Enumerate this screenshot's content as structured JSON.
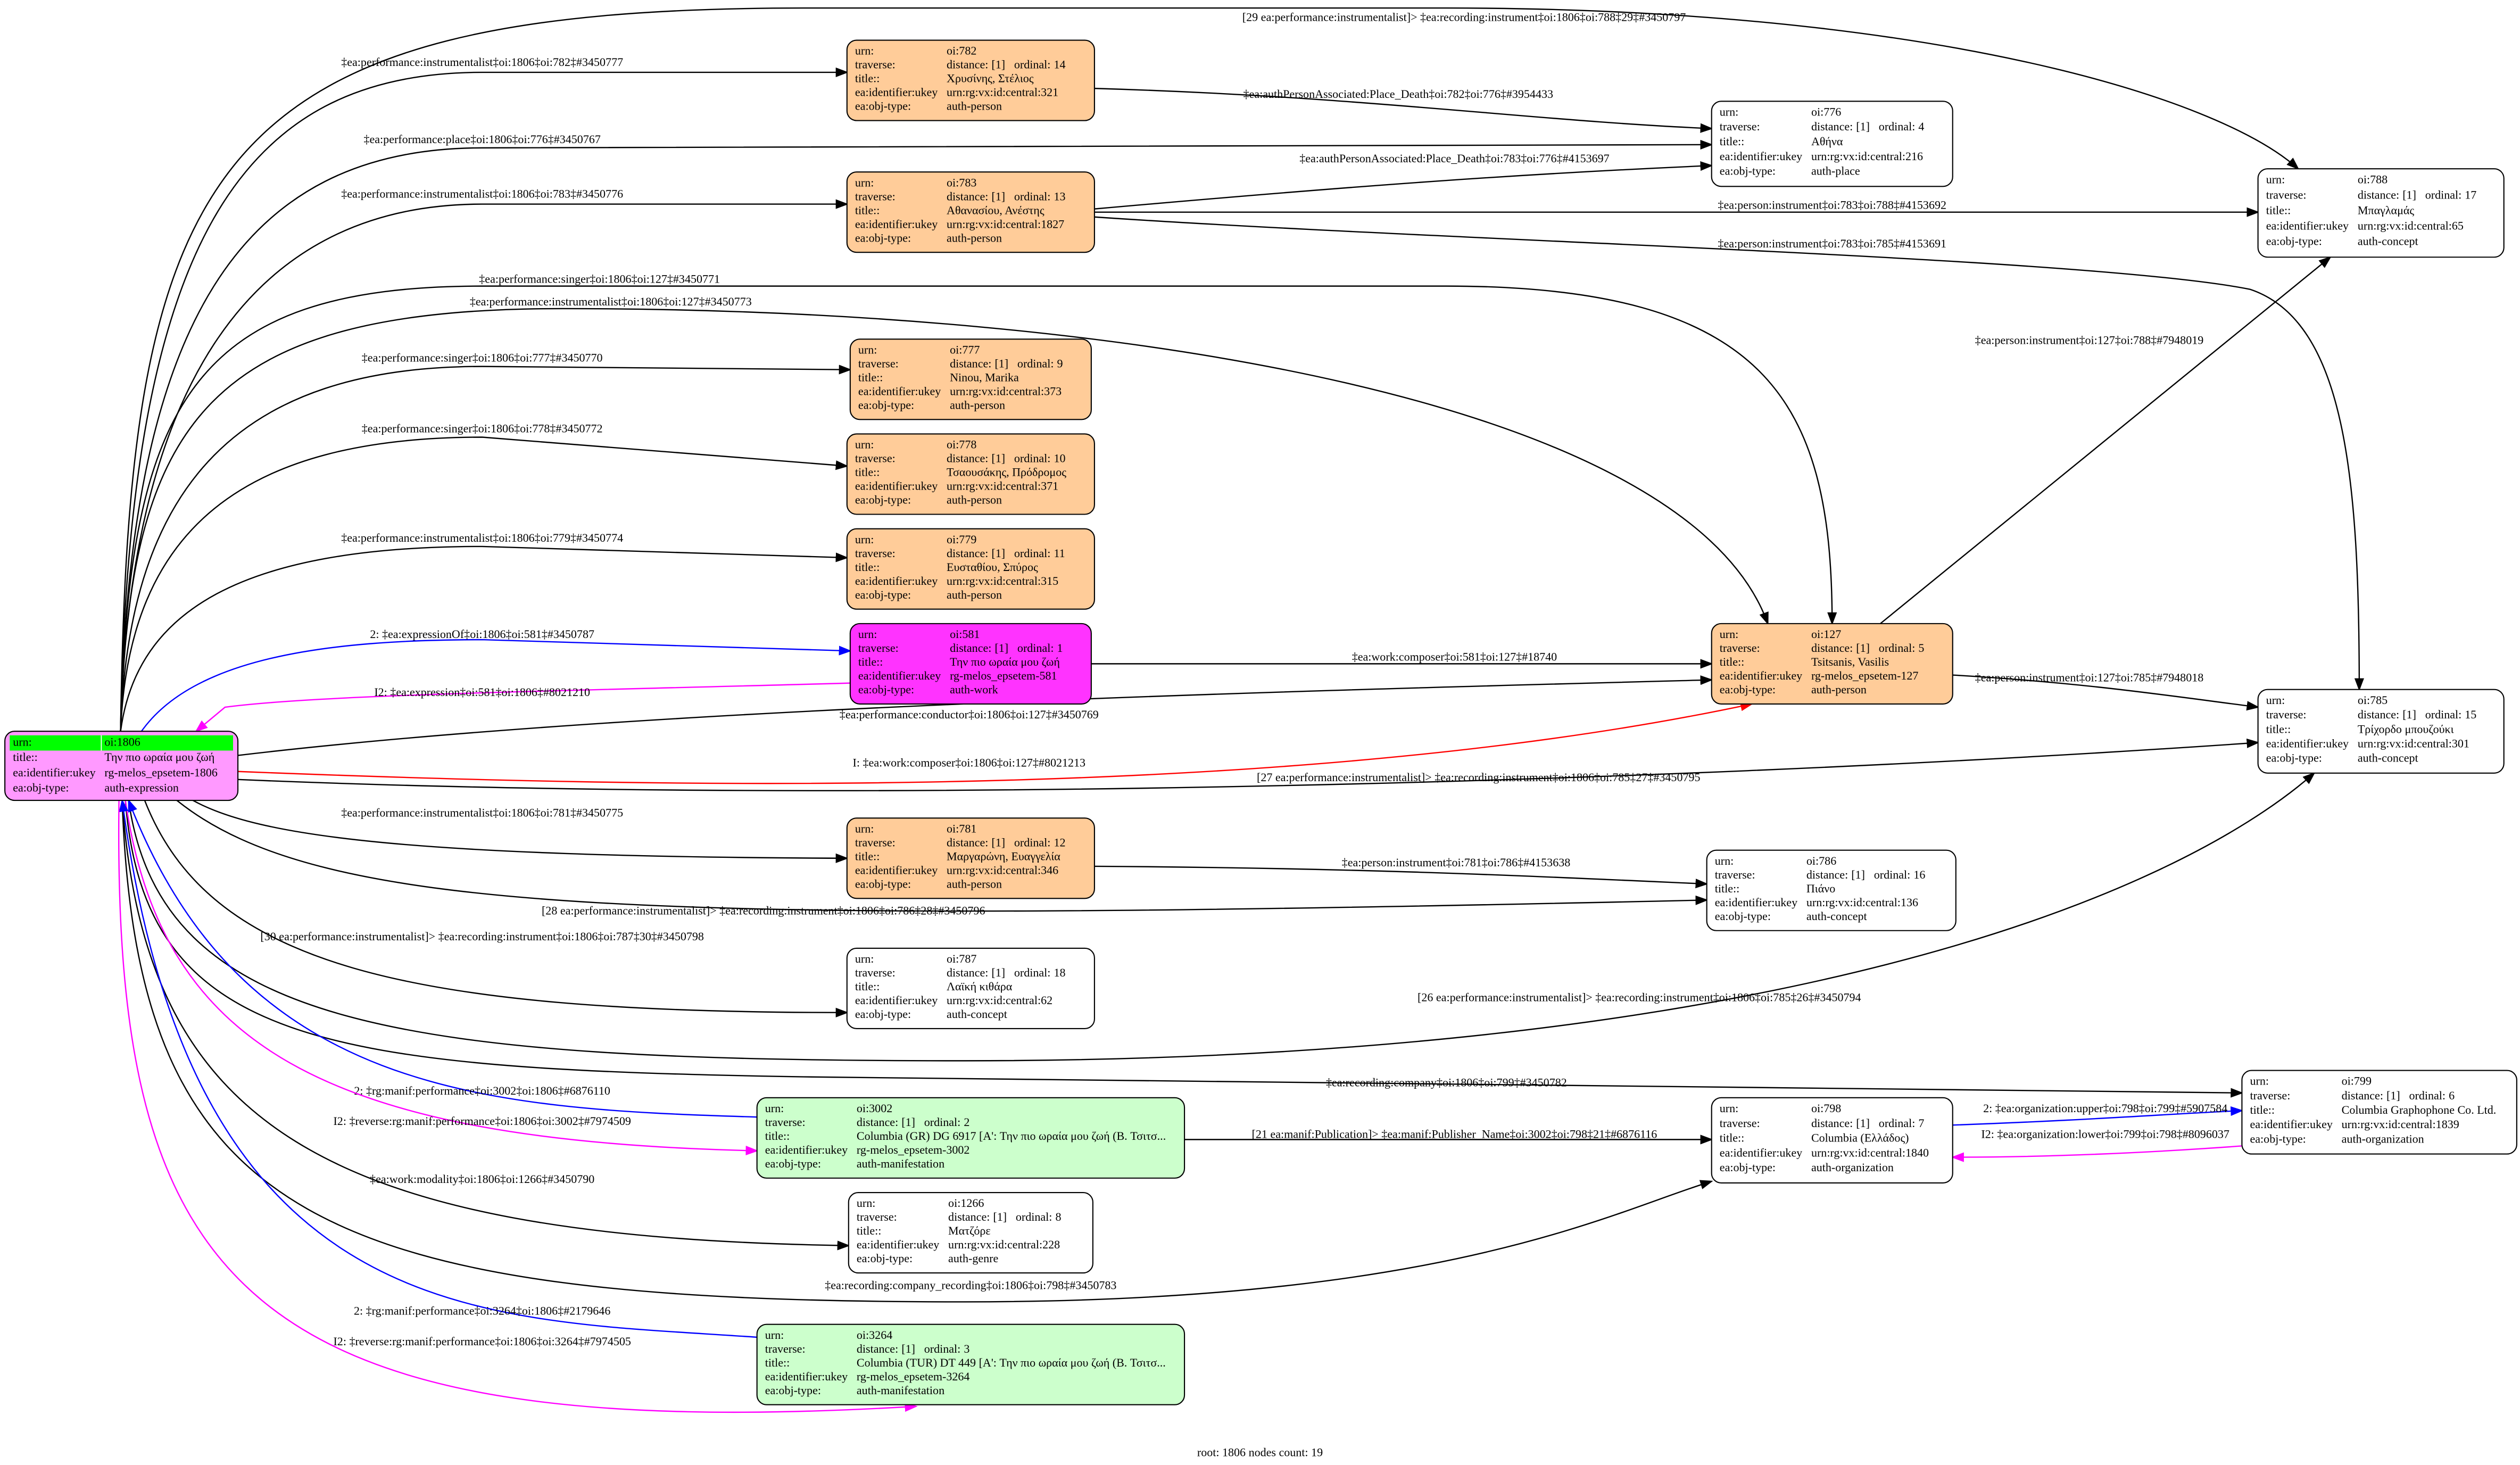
{
  "row_labels": {
    "urn": "urn:",
    "traverse": "traverse:",
    "title": "title::",
    "ukey": "ea:identifier:ukey",
    "objtype": "ea:obj-type:"
  },
  "traverse_labels": {
    "distance": "distance:",
    "ordinal": "ordinal:"
  },
  "colors": {
    "person": "#FFCC99",
    "work": "#FF33FF",
    "expression": "#FF99FF",
    "root_urn": "#00FF00",
    "manifestation": "#CCFFCC",
    "other": "#FFFFFF"
  },
  "nodes": [
    {
      "urn": "oi:1806",
      "distance": "",
      "ordinal": "",
      "title": "Την πιο ωραία μου ζωή",
      "ukey": "rg-melos_epsetem-1806",
      "objtype": "auth-expression",
      "kind": "expression",
      "root": true
    },
    {
      "urn": "oi:782",
      "distance": "[1]",
      "ordinal": "14",
      "title": "Χρυσίνης, Στέλιος",
      "ukey": "urn:rg:vx:id:central:321",
      "objtype": "auth-person",
      "kind": "person"
    },
    {
      "urn": "oi:776",
      "distance": "[1]",
      "ordinal": "4",
      "title": "Αθήνα",
      "ukey": "urn:rg:vx:id:central:216",
      "objtype": "auth-place",
      "kind": "other"
    },
    {
      "urn": "oi:783",
      "distance": "[1]",
      "ordinal": "13",
      "title": "Αθανασίου, Ανέστης",
      "ukey": "urn:rg:vx:id:central:1827",
      "objtype": "auth-person",
      "kind": "person"
    },
    {
      "urn": "oi:788",
      "distance": "[1]",
      "ordinal": "17",
      "title": "Μπαγλαμάς",
      "ukey": "urn:rg:vx:id:central:65",
      "objtype": "auth-concept",
      "kind": "other"
    },
    {
      "urn": "oi:777",
      "distance": "[1]",
      "ordinal": "9",
      "title": "Ninou, Marika",
      "ukey": "urn:rg:vx:id:central:373",
      "objtype": "auth-person",
      "kind": "person"
    },
    {
      "urn": "oi:778",
      "distance": "[1]",
      "ordinal": "10",
      "title": "Τσαουσάκης, Πρόδρομος",
      "ukey": "urn:rg:vx:id:central:371",
      "objtype": "auth-person",
      "kind": "person"
    },
    {
      "urn": "oi:779",
      "distance": "[1]",
      "ordinal": "11",
      "title": "Ευσταθίου, Σπύρος",
      "ukey": "urn:rg:vx:id:central:315",
      "objtype": "auth-person",
      "kind": "person"
    },
    {
      "urn": "oi:581",
      "distance": "[1]",
      "ordinal": "1",
      "title": "Την πιο ωραία μου ζωή",
      "ukey": "rg-melos_epsetem-581",
      "objtype": "auth-work",
      "kind": "work"
    },
    {
      "urn": "oi:127",
      "distance": "[1]",
      "ordinal": "5",
      "title": "Tsitsanis, Vasilis",
      "ukey": "rg-melos_epsetem-127",
      "objtype": "auth-person",
      "kind": "person"
    },
    {
      "urn": "oi:785",
      "distance": "[1]",
      "ordinal": "15",
      "title": "Τρίχορδο μπουζούκι",
      "ukey": "urn:rg:vx:id:central:301",
      "objtype": "auth-concept",
      "kind": "other"
    },
    {
      "urn": "oi:781",
      "distance": "[1]",
      "ordinal": "12",
      "title": "Μαργαρώνη, Ευαγγελία",
      "ukey": "urn:rg:vx:id:central:346",
      "objtype": "auth-person",
      "kind": "person"
    },
    {
      "urn": "oi:786",
      "distance": "[1]",
      "ordinal": "16",
      "title": "Πιάνο",
      "ukey": "urn:rg:vx:id:central:136",
      "objtype": "auth-concept",
      "kind": "other"
    },
    {
      "urn": "oi:787",
      "distance": "[1]",
      "ordinal": "18",
      "title": "Λαϊκή κιθάρα",
      "ukey": "urn:rg:vx:id:central:62",
      "objtype": "auth-concept",
      "kind": "other"
    },
    {
      "urn": "oi:3002",
      "distance": "[1]",
      "ordinal": "2",
      "title": "Columbia (GR) DG 6917 [A': Την πιο ωραία μου ζωή (B. Τσιτσ...",
      "ukey": "rg-melos_epsetem-3002",
      "objtype": "auth-manifestation",
      "kind": "manifestation"
    },
    {
      "urn": "oi:798",
      "distance": "[1]",
      "ordinal": "7",
      "title": "Columbia (Ελλάδος)",
      "ukey": "urn:rg:vx:id:central:1840",
      "objtype": "auth-organization",
      "kind": "other"
    },
    {
      "urn": "oi:799",
      "distance": "[1]",
      "ordinal": "6",
      "title": "Columbia Graphophone Co. Ltd.",
      "ukey": "urn:rg:vx:id:central:1839",
      "objtype": "auth-organization",
      "kind": "other"
    },
    {
      "urn": "oi:1266",
      "distance": "[1]",
      "ordinal": "8",
      "title": "Ματζόρε",
      "ukey": "urn:rg:vx:id:central:228",
      "objtype": "auth-genre",
      "kind": "other"
    },
    {
      "urn": "oi:3264",
      "distance": "[1]",
      "ordinal": "3",
      "title": "Columbia (TUR) DT 449 [A': Την πιο ωραία μου ζωή (B. Τσιτσ...",
      "ukey": "rg-melos_epsetem-3264",
      "objtype": "auth-manifestation",
      "kind": "manifestation"
    }
  ],
  "edges": [
    {
      "label": "[29 ea:performance:instrumentalist]> ‡ea:recording:instrument‡oi:1806‡oi:788‡29‡#3450797",
      "color": "#000000"
    },
    {
      "label": "‡ea:performance:instrumentalist‡oi:1806‡oi:782‡#3450777",
      "color": "#000000"
    },
    {
      "label": "‡ea:authPersonAssociated:Place_Death‡oi:782‡oi:776‡#3954433",
      "color": "#000000"
    },
    {
      "label": "‡ea:performance:place‡oi:1806‡oi:776‡#3450767",
      "color": "#000000"
    },
    {
      "label": "‡ea:performance:instrumentalist‡oi:1806‡oi:783‡#3450776",
      "color": "#000000"
    },
    {
      "label": "‡ea:authPersonAssociated:Place_Death‡oi:783‡oi:776‡#4153697",
      "color": "#000000"
    },
    {
      "label": "‡ea:person:instrument‡oi:783‡oi:788‡#4153692",
      "color": "#000000"
    },
    {
      "label": "‡ea:person:instrument‡oi:783‡oi:785‡#4153691",
      "color": "#000000"
    },
    {
      "label": "‡ea:performance:singer‡oi:1806‡oi:127‡#3450771",
      "color": "#000000"
    },
    {
      "label": "‡ea:performance:instrumentalist‡oi:1806‡oi:127‡#3450773",
      "color": "#000000"
    },
    {
      "label": "‡ea:performance:singer‡oi:1806‡oi:777‡#3450770",
      "color": "#000000"
    },
    {
      "label": "‡ea:performance:singer‡oi:1806‡oi:778‡#3450772",
      "color": "#000000"
    },
    {
      "label": "‡ea:person:instrument‡oi:127‡oi:788‡#7948019",
      "color": "#000000"
    },
    {
      "label": "‡ea:performance:instrumentalist‡oi:1806‡oi:779‡#3450774",
      "color": "#000000"
    },
    {
      "label": "2: ‡ea:expressionOf‡oi:1806‡oi:581‡#3450787",
      "color": "#0000FF"
    },
    {
      "label": "I2: ‡ea:expression‡oi:581‡oi:1806‡#8021210",
      "color": "#FF00FF"
    },
    {
      "label": "‡ea:work:composer‡oi:581‡oi:127‡#18740",
      "color": "#000000"
    },
    {
      "label": "‡ea:performance:conductor‡oi:1806‡oi:127‡#3450769",
      "color": "#000000"
    },
    {
      "label": "‡ea:person:instrument‡oi:127‡oi:785‡#7948018",
      "color": "#000000"
    },
    {
      "label": "I: ‡ea:work:composer‡oi:1806‡oi:127‡#8021213",
      "color": "#FF0000"
    },
    {
      "label": "[27 ea:performance:instrumentalist]> ‡ea:recording:instrument‡oi:1806‡oi:785‡27‡#3450795",
      "color": "#000000"
    },
    {
      "label": "‡ea:performance:instrumentalist‡oi:1806‡oi:781‡#3450775",
      "color": "#000000"
    },
    {
      "label": "‡ea:person:instrument‡oi:781‡oi:786‡#4153638",
      "color": "#000000"
    },
    {
      "label": "[28 ea:performance:instrumentalist]> ‡ea:recording:instrument‡oi:1806‡oi:786‡28‡#3450796",
      "color": "#000000"
    },
    {
      "label": "[30 ea:performance:instrumentalist]> ‡ea:recording:instrument‡oi:1806‡oi:787‡30‡#3450798",
      "color": "#000000"
    },
    {
      "label": "[26 ea:performance:instrumentalist]> ‡ea:recording:instrument‡oi:1806‡oi:785‡26‡#3450794",
      "color": "#000000"
    },
    {
      "label": "‡ea:recording:company‡oi:1806‡oi:799‡#3450782",
      "color": "#000000"
    },
    {
      "label": "2: ‡rg:manif:performance‡oi:3002‡oi:1806‡#6876110",
      "color": "#0000FF"
    },
    {
      "label": "I2: ‡reverse:rg:manif:performance‡oi:1806‡oi:3002‡#7974509",
      "color": "#FF00FF"
    },
    {
      "label": "[21 ea:manif:Publication]> ‡ea:manif:Publisher_Name‡oi:3002‡oi:798‡21‡#6876116",
      "color": "#000000"
    },
    {
      "label": "2: ‡ea:organization:upper‡oi:798‡oi:799‡#5907584",
      "color": "#0000FF"
    },
    {
      "label": "I2: ‡ea:organization:lower‡oi:799‡oi:798‡#8096037",
      "color": "#FF00FF"
    },
    {
      "label": "‡ea:work:modality‡oi:1806‡oi:1266‡#3450790",
      "color": "#000000"
    },
    {
      "label": "‡ea:recording:company_recording‡oi:1806‡oi:798‡#3450783",
      "color": "#000000"
    },
    {
      "label": "2: ‡rg:manif:performance‡oi:3264‡oi:1806‡#2179646",
      "color": "#0000FF"
    },
    {
      "label": "I2: ‡reverse:rg:manif:performance‡oi:1806‡oi:3264‡#7974505",
      "color": "#FF00FF"
    }
  ],
  "footer": "root: 1806 nodes count: 19"
}
